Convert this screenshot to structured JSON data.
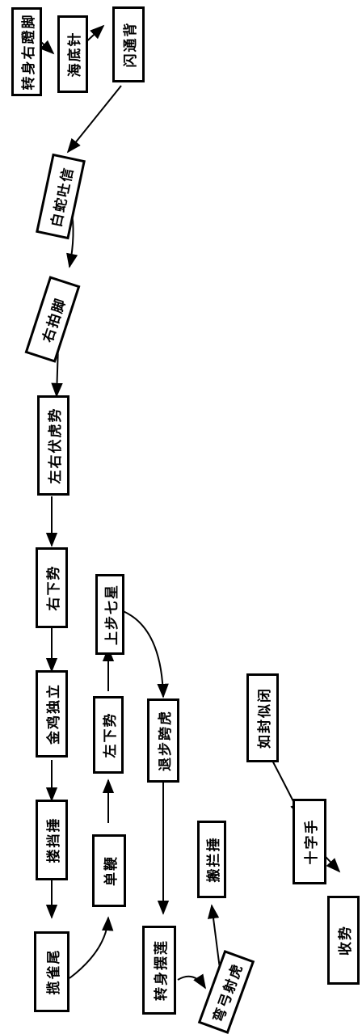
{
  "diagram": {
    "nodes": {
      "n1": "转身右蹬脚",
      "n2": "海底针",
      "n3": "闪通背",
      "n4": "白蛇吐信",
      "n5": "右拍脚",
      "n6": "左右伏虎势",
      "n7": "右下势",
      "n8": "金鸡独立",
      "n9": "搂挡捶",
      "n10": "揽雀尾",
      "n11": "单鞭",
      "n12": "左下势",
      "n13": "上步七星",
      "n14": "退步跨虎",
      "n15": "转身摆莲",
      "n16": "弯弓射虎",
      "n17": "搬拦捶",
      "n18": "如封似闭",
      "n19": "十字手",
      "n20": "收势"
    }
  }
}
